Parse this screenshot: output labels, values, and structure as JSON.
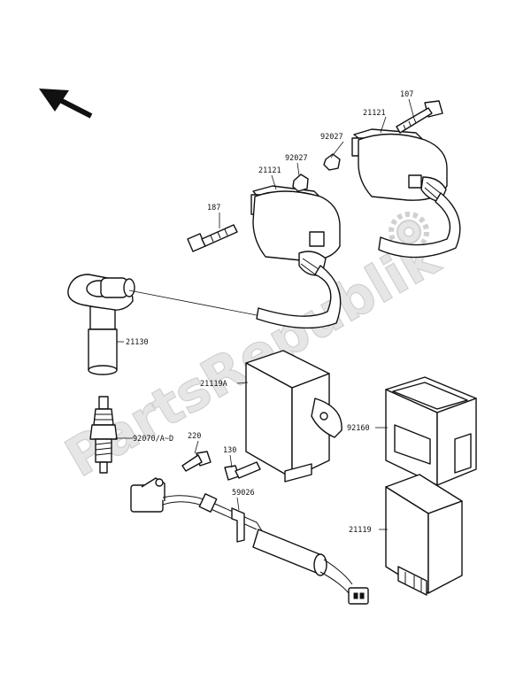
{
  "watermark": "PartsRepublik",
  "labels": {
    "bolt_top": "107",
    "coil_right": "21121",
    "cap_right": "92027",
    "coil_left": "21121",
    "cap_left": "92027",
    "bolt_left": "187",
    "plug_cap": "21130",
    "igniter_a": "21119A",
    "spark_plug": "92070/A~D",
    "screw_220": "220",
    "screw_130": "130",
    "clamp": "59026",
    "case": "92160",
    "igniter": "21119"
  }
}
